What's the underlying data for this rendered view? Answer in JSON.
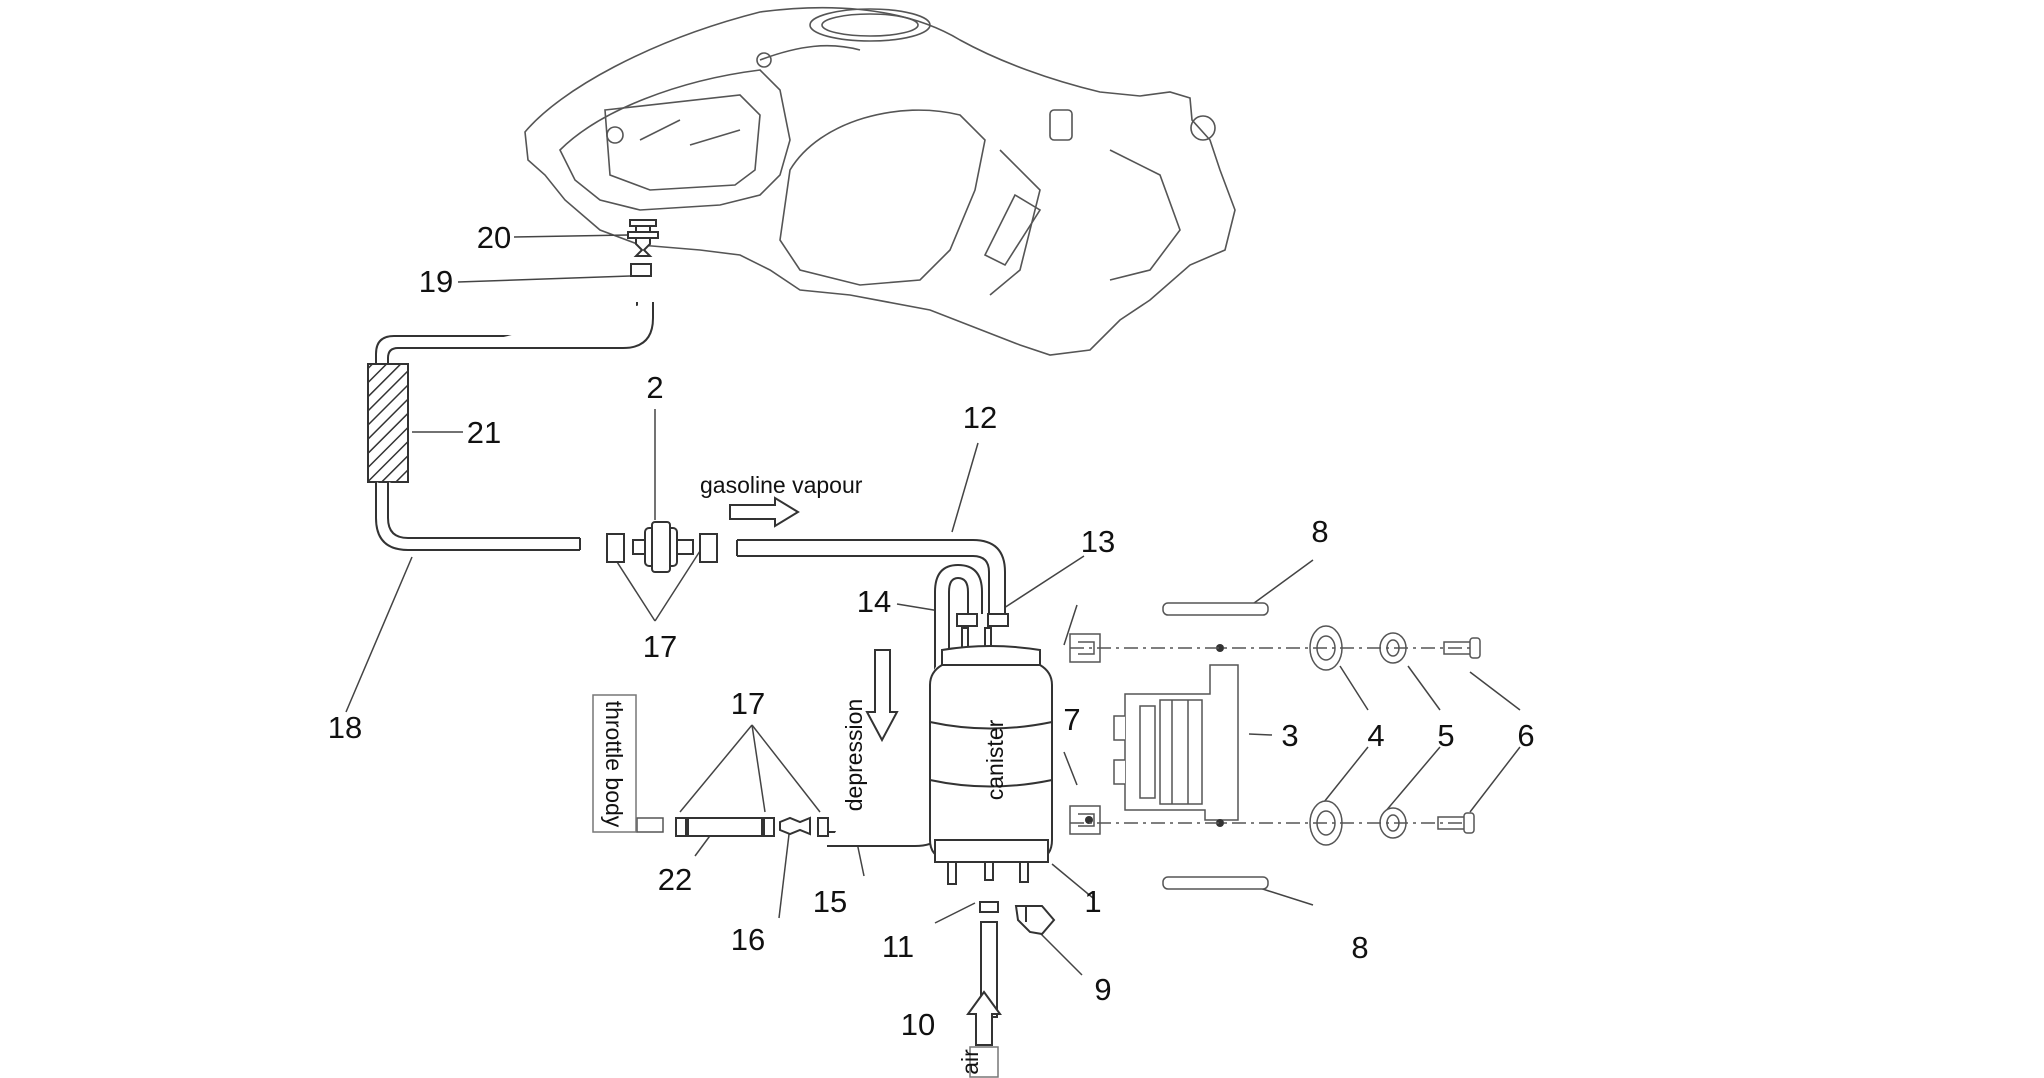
{
  "callouts": {
    "c1": "1",
    "c2": "2",
    "c3": "3",
    "c4": "4",
    "c5": "5",
    "c6": "6",
    "c7": "7",
    "c8a": "8",
    "c8b": "8",
    "c9": "9",
    "c10": "10",
    "c11": "11",
    "c12": "12",
    "c13": "13",
    "c14": "14",
    "c15": "15",
    "c16": "16",
    "c17a": "17",
    "c17b": "17",
    "c18": "18",
    "c19": "19",
    "c20": "20",
    "c21": "21",
    "c22": "22"
  },
  "labels": {
    "gasoline_vapour": "gasoline vapour",
    "depression": "depression",
    "canister": "canister",
    "throttle_body": "throttle body",
    "air": "air"
  }
}
